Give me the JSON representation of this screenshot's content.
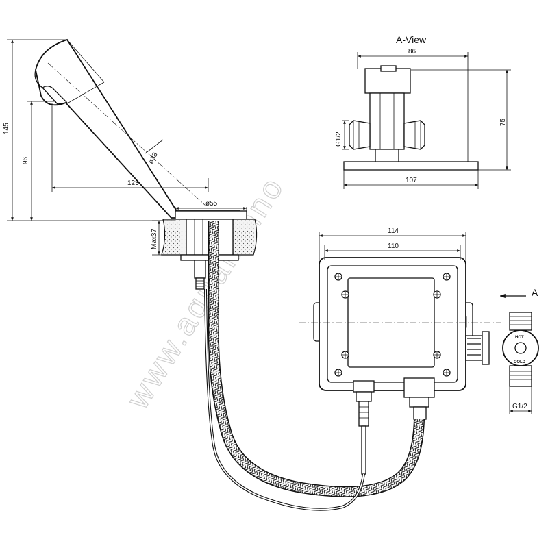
{
  "view_title": "A-View",
  "direction_label": "A",
  "port_labels": {
    "hot": "HOT",
    "cold": "COLD"
  },
  "dimensions": {
    "height_total": "145",
    "height_outlet": "96",
    "reach": "123",
    "spout_diameter": "ø38",
    "base_diameter": "ø55",
    "max_deck": "Max37",
    "aview_top_width": "86",
    "aview_height": "75",
    "aview_base_width": "107",
    "thread_aview": "G1/2",
    "box_outer_width": "114",
    "box_inner_width": "110",
    "thread_valve": "G1/2"
  },
  "watermark": "www.aquaminno"
}
